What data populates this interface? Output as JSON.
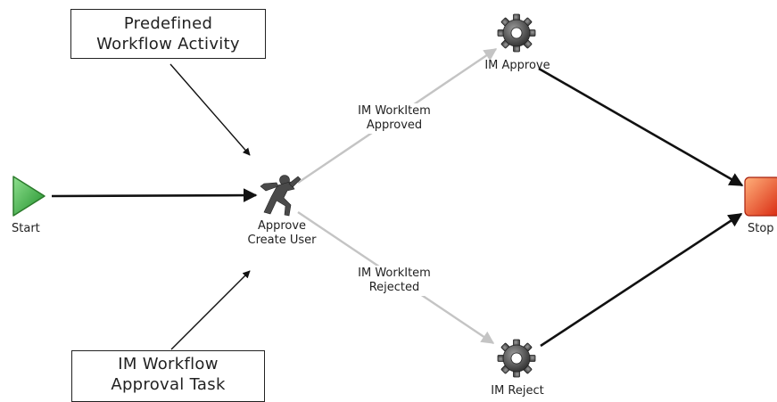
{
  "callouts": {
    "predefined": [
      "Predefined",
      "Workflow Activity"
    ],
    "approval_task": [
      "IM Workflow",
      "Approval Task"
    ]
  },
  "nodes": {
    "start": "Start",
    "activity": [
      "Approve",
      "Create User"
    ],
    "approve": "IM Approve",
    "reject": "IM Reject",
    "stop": "Stop"
  },
  "edges": {
    "approved": [
      "IM WorkItem",
      "Approved"
    ],
    "rejected": [
      "IM WorkItem",
      "Rejected"
    ]
  },
  "icons": {
    "start": "play-icon",
    "activity": "running-person-icon",
    "approve": "gear-icon",
    "reject": "gear-icon",
    "stop": "stop-icon"
  },
  "colors": {
    "start": "#3cb43c",
    "stop": "#e83a1a",
    "gear": "#555555",
    "transition": "#c0c0c0",
    "arrow": "#111111"
  }
}
